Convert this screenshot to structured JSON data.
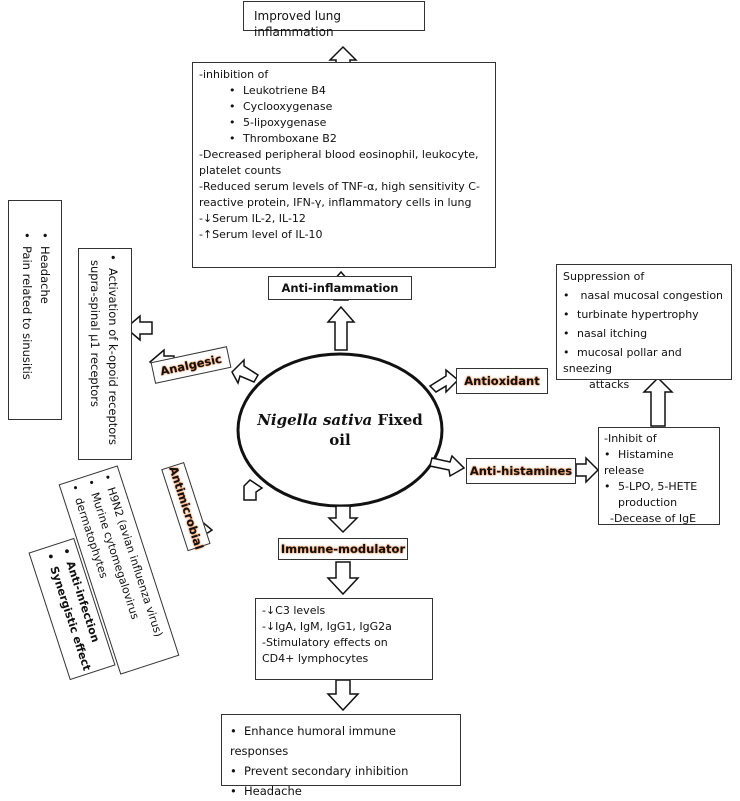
{
  "center": {
    "name_italic": "Nigella sativa",
    "name_rest": "Fixed",
    "line2": "oil"
  },
  "top_box": {
    "title": "Improved lung inflammation"
  },
  "inflammation_box": {
    "intro": "-inhibition of",
    "bullets": [
      "Leukotriene B4",
      "Cyclooxygenase",
      "5-lipoxygenase",
      "Thromboxane B2"
    ],
    "lines": [
      "-Decreased peripheral blood eosinophil, leukocyte,",
      "platelet counts",
      "-Reduced serum levels of TNF-α, high sensitivity C-",
      "reactive protein, IFN-γ, inflammatory cells in lung",
      "-↓Serum IL-2, IL-12",
      "-↑Serum level of IL-10"
    ]
  },
  "labels": {
    "anti_inflammation": "Anti-inflammation",
    "analgesic": "Analgesic",
    "antioxidant": "Antioxidant",
    "antihistamines": "Anti-histamines",
    "antimicrobial": "Antimicrobial",
    "immune_modulator": "Immune-modulator"
  },
  "suppression_box": {
    "title": "Suppression of",
    "bullets": [
      "nasal mucosal congestion",
      "turbinate hypertrophy",
      "nasal itching",
      "mucosal pollar and sneezing"
    ],
    "continuation": "attacks"
  },
  "histamine_box": {
    "intro": "-Inhibit of",
    "bullets": [
      "Histamine release",
      "5-LPO, 5-HETE"
    ],
    "continuation": "production",
    "tail": "-Decease of IgE"
  },
  "analgesic_box": {
    "bullet": "Activation of k-opoid receptors",
    "line2": "supra-spinal μ1 receptors"
  },
  "pain_box": {
    "bullets": [
      "Headache",
      "Pain related to sinusitis"
    ]
  },
  "microbial_box": {
    "bullets": [
      "H9N2 (avian influenza virus)",
      "Murine cytomegalovirus",
      "dermatophytes"
    ]
  },
  "infection_box": {
    "bullets": [
      "Anti-infection",
      "Synergistic effect"
    ]
  },
  "immune_box": {
    "lines": [
      "-↓C3 levels",
      "-↓IgA, IgM, IgG1, IgG2a",
      "-Stimulatory effects on",
      "CD4+ lymphocytes"
    ]
  },
  "bottom_box": {
    "bullets": [
      "Enhance humoral immune responses",
      "Prevent secondary inhibition",
      "Headache"
    ]
  }
}
